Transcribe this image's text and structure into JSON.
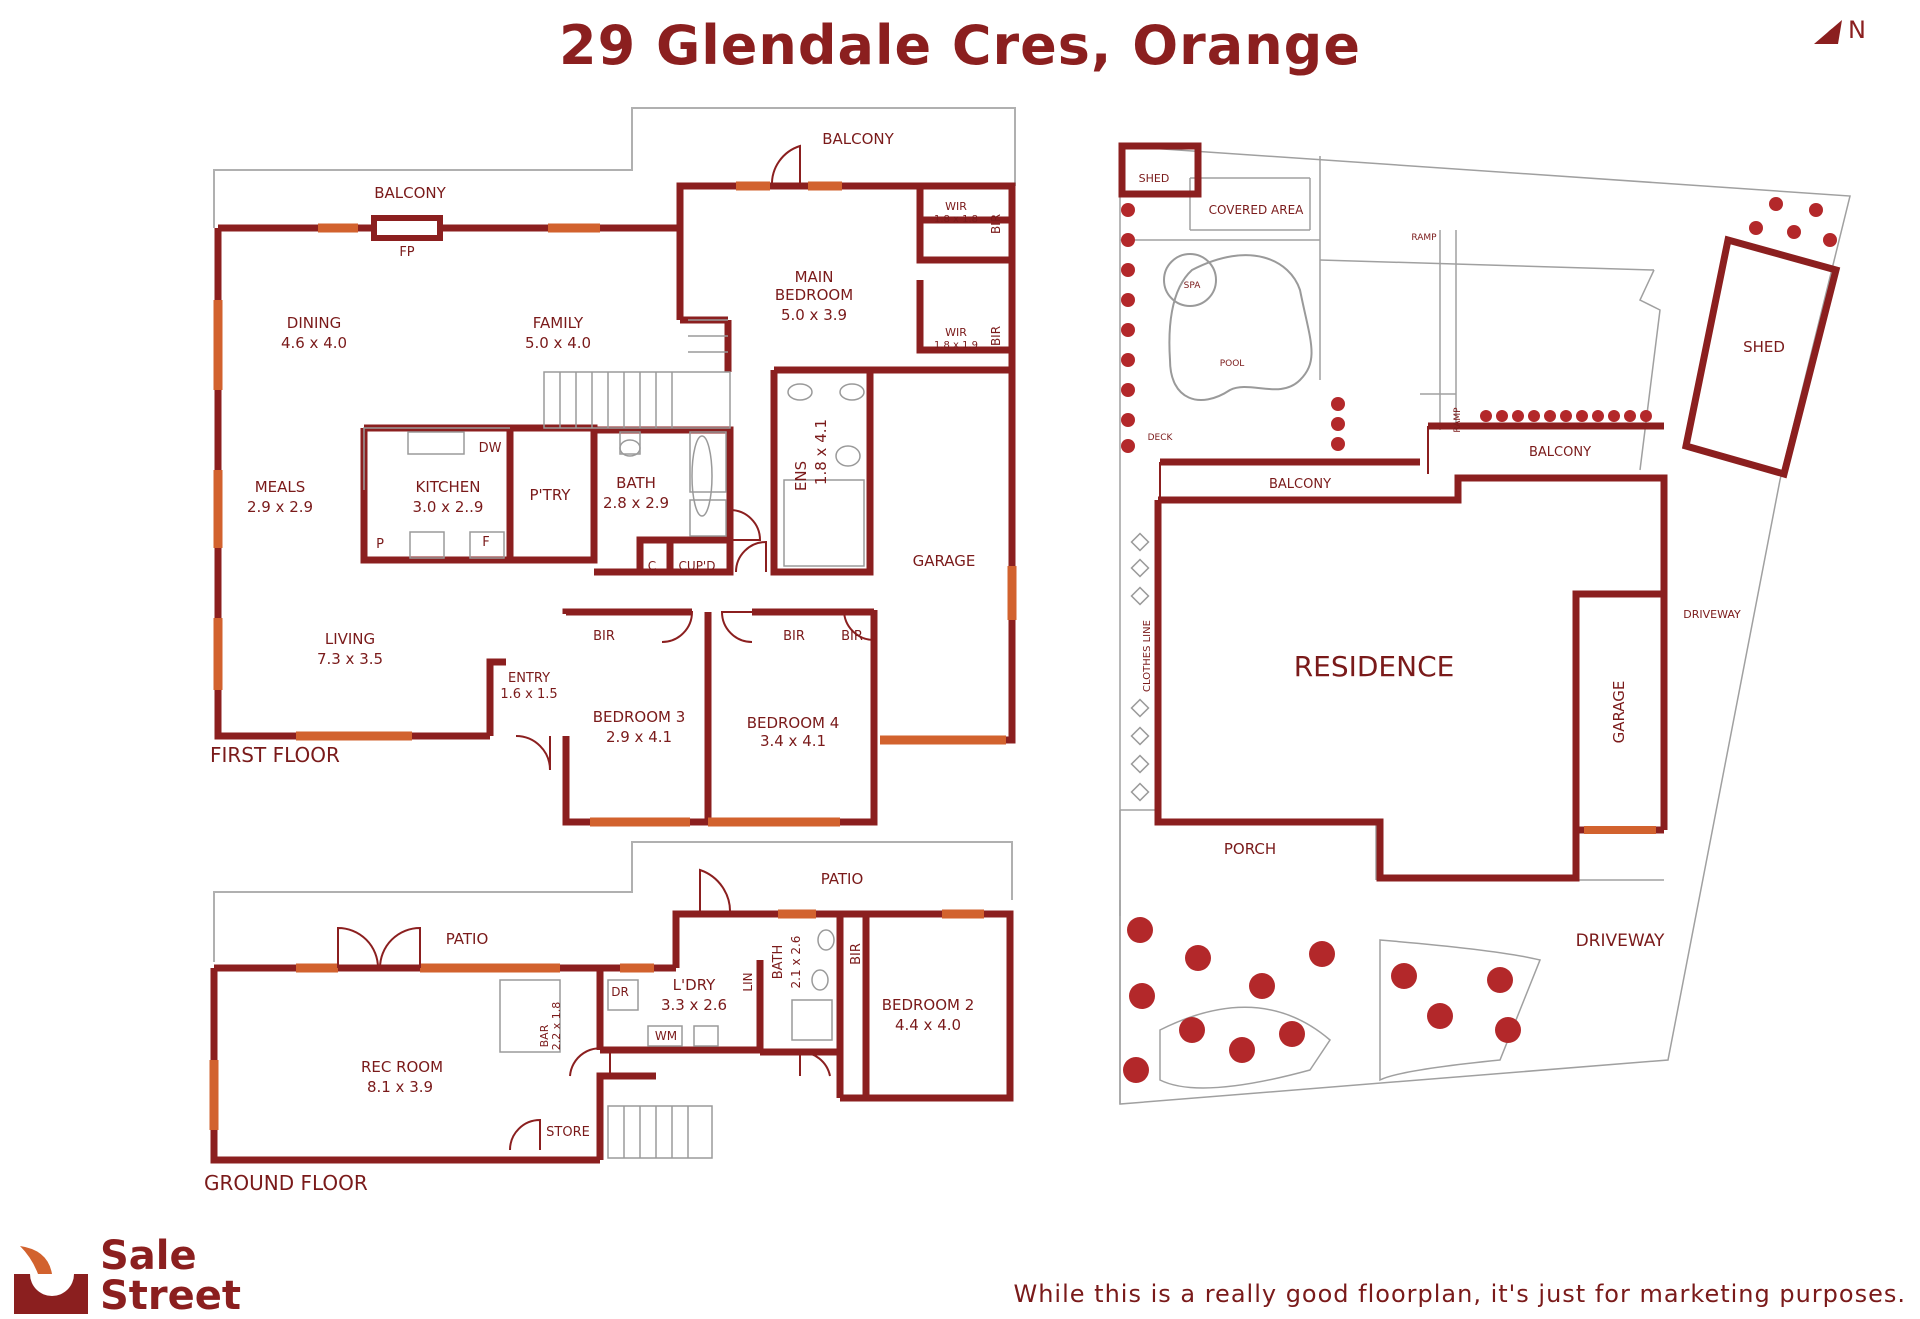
{
  "title": "29 Glendale Cres, Orange",
  "north_label": "N",
  "brand": {
    "line1": "Sale",
    "line2": "Street"
  },
  "disclaimer": "While this is a really good floorplan, it's just for marketing purposes.",
  "colors": {
    "wall": "#8b1f1f",
    "window": "#d2622e",
    "text": "#7a1a1a",
    "line": "#b0b0b0"
  },
  "first_floor": {
    "label": "FIRST FLOOR",
    "balcony_left": "BALCONY",
    "balcony_top": "BALCONY",
    "fp": "FP",
    "dining": {
      "name": "DINING",
      "size": "4.6 x 4.0"
    },
    "family": {
      "name": "FAMILY",
      "size": "5.0 x 4.0"
    },
    "main_bedroom": {
      "name1": "MAIN",
      "name2": "BEDROOM",
      "size": "5.0 x 3.9"
    },
    "wir1": {
      "name": "WIR",
      "size": "1.8 x 1.8"
    },
    "wir2": {
      "name": "WIR",
      "size": "1.8 x 1.9"
    },
    "bir": "BIR",
    "dw": "DW",
    "meals": {
      "name": "MEALS",
      "size": "2.9 x 2.9"
    },
    "kitchen": {
      "name": "KITCHEN",
      "size": "3.0 x 2..9"
    },
    "pantry": "P'TRY",
    "bath": {
      "name": "BATH",
      "size": "2.8 x 2.9"
    },
    "ens": {
      "name": "ENS",
      "size": "1.8 x 4.1"
    },
    "p": "P",
    "f": "F",
    "c": "C",
    "cupd": "CUP'D",
    "garage": "GARAGE",
    "living": {
      "name": "LIVING",
      "size": "7.3 x 3.5"
    },
    "entry": {
      "name": "ENTRY",
      "size": "1.6 x 1.5"
    },
    "bedroom3": {
      "name": "BEDROOM 3",
      "size": "2.9 x 4.1"
    },
    "bedroom4": {
      "name": "BEDROOM 4",
      "size": "3.4 x 4.1"
    }
  },
  "ground_floor": {
    "label": "GROUND FLOOR",
    "patio_left": "PATIO",
    "patio_right": "PATIO",
    "rec_room": {
      "name": "REC ROOM",
      "size": "8.1 x 3.9"
    },
    "bar": {
      "name": "BAR",
      "size": "2.2 x 1.8"
    },
    "dr": "DR",
    "laundry": {
      "name": "L'DRY",
      "size": "3.3 x 2.6"
    },
    "wm": "WM",
    "lin": "LIN",
    "bath": {
      "name": "BATH",
      "size": "2.1 x 2.6"
    },
    "bir": "BIR",
    "bedroom2": {
      "name": "BEDROOM 2",
      "size": "4.4 x 4.0"
    },
    "store": "STORE"
  },
  "site": {
    "shed_small": "SHED",
    "covered_area": "COVERED AREA",
    "ramp_top": "RAMP",
    "ramp_side": "RAMP",
    "spa": "SPA",
    "pool": "POOL",
    "deck": "DECK",
    "shed_large": "SHED",
    "balcony_right": "BALCONY",
    "balcony_left": "BALCONY",
    "driveway_side": "DRIVEWAY",
    "residence": "RESIDENCE",
    "garage": "GARAGE",
    "clothes_line": "CLOTHES LINE",
    "porch": "PORCH",
    "driveway": "DRIVEWAY"
  }
}
